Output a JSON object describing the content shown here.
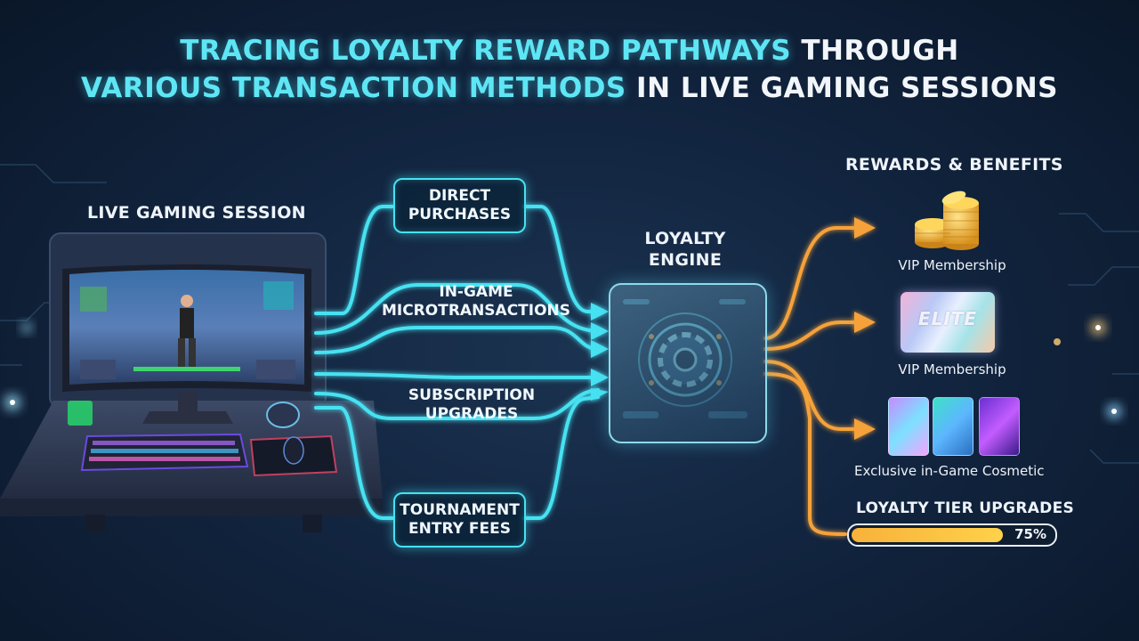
{
  "title": {
    "line1_highlight": "TRACING LOYALTY REWARD PATHWAYS",
    "line1_rest": "THROUGH",
    "line2_highlight": "VARIOUS TRANSACTION METHODS",
    "line2_rest": "IN LIVE GAMING SESSIONS"
  },
  "session": {
    "label": "LIVE GAMING SESSION"
  },
  "methods": {
    "direct": {
      "line1": "DIRECT",
      "line2": "PURCHASES"
    },
    "micro": {
      "line1": "IN-GAME",
      "line2": "MICROTRANSACTIONS"
    },
    "subscription": {
      "line1": "SUBSCRIPTION",
      "line2": "UPGRADES"
    },
    "tournament": {
      "line1": "TOURNAMENT",
      "line2": "ENTRY FEES"
    }
  },
  "engine": {
    "line1": "LOYALTY",
    "line2": "ENGINE"
  },
  "rewards": {
    "heading": "REWARDS & BENEFITS",
    "coins_label": "VIP Membership",
    "card_text": "ELITE",
    "card_label": "VIP Membership",
    "cosmetic_label": "Exclusive in-Game Cosmetic",
    "tier_label": "LOYALTY TIER UPGRADES",
    "tier_progress_text": "75%",
    "tier_progress_value": 0.75
  },
  "colors": {
    "cyan": "#46e2f2",
    "orange": "#f5a23a",
    "title_highlight": "#5ee6f5"
  },
  "icons": [
    "gear-icon",
    "coin-stack-icon",
    "elite-card-icon",
    "cosmetic-card-icon",
    "arrow-icon",
    "monitor-icon",
    "keyboard-icon",
    "mouse-icon"
  ]
}
